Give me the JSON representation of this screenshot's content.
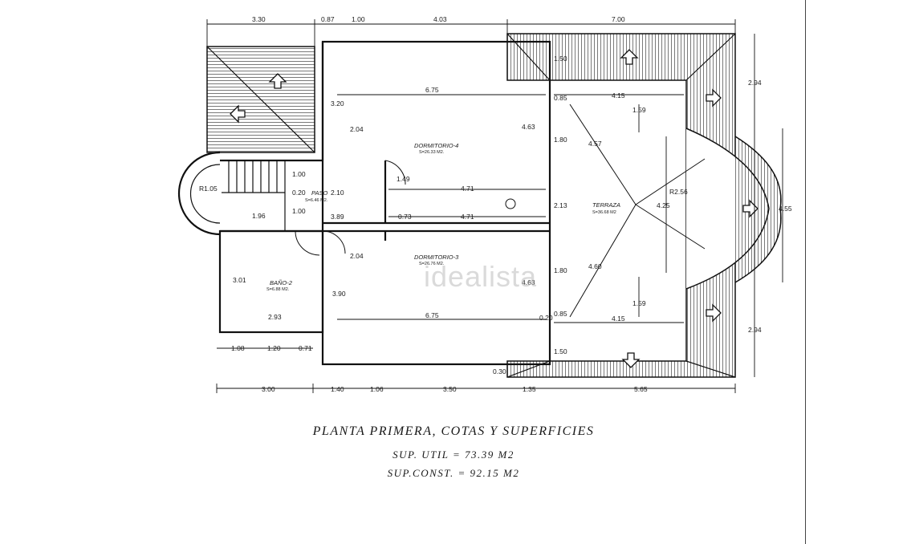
{
  "plan": {
    "title": "PLANTA PRIMERA, COTAS Y SUPERFICIES",
    "sup_util": "SUP. UTIL = 73.39 M2",
    "sup_const": "SUP.CONST. = 92.15 M2",
    "watermark": "idealista"
  },
  "rooms": {
    "dormitorio4": {
      "name": "DORMITORIO-4",
      "area": "S=26.33 M2."
    },
    "dormitorio3": {
      "name": "DORMITORIO-3",
      "area": "S=26.76 M2."
    },
    "paso": {
      "name": "PASO",
      "area": "S=6.46 M2."
    },
    "bano2": {
      "name": "BAÑO-2",
      "area": "S=6.88 M2."
    },
    "terraza": {
      "name": "TERRAZA",
      "area": "S=36.68 M2"
    }
  },
  "dims": {
    "top": [
      "3.30",
      "0.87",
      "1.00",
      "4.03",
      "7.00"
    ],
    "bottom": [
      "3.00",
      "1.40",
      "1.06",
      "3.50",
      "1.35",
      "5.65"
    ],
    "bano_bottom": [
      "1.08",
      "1.20",
      "0.71"
    ],
    "right": [
      "2.94",
      "4.55",
      "2.94"
    ],
    "r105": "R1.05",
    "d320": "3.20",
    "d675a": "6.75",
    "d675b": "6.75",
    "d204a": "2.04",
    "d204b": "2.04",
    "d100a": "1.00",
    "d100b": "1.00",
    "d020": "0.20",
    "d210": "2.10",
    "d196": "1.96",
    "d389": "3.89",
    "d073": "0.73",
    "d471a": "4.71",
    "d471b": "4.71",
    "d149": "1.49",
    "d463a": "4.63",
    "d463b": "4.63",
    "d180a": "1.80",
    "d180b": "1.80",
    "d213": "2.13",
    "d085a": "0.85",
    "d085b": "0.85",
    "d415a": "4.15",
    "d415b": "4.15",
    "d159a": "1.59",
    "d159b": "1.59",
    "d457": "4.57",
    "d460": "4.60",
    "r256": "R2.56",
    "d425": "4.25",
    "d150a": "1.50",
    "d150b": "1.50",
    "d301": "3.01",
    "d390": "3.90",
    "d293": "2.93",
    "d030": "0.30",
    "d020b": "0.20"
  }
}
